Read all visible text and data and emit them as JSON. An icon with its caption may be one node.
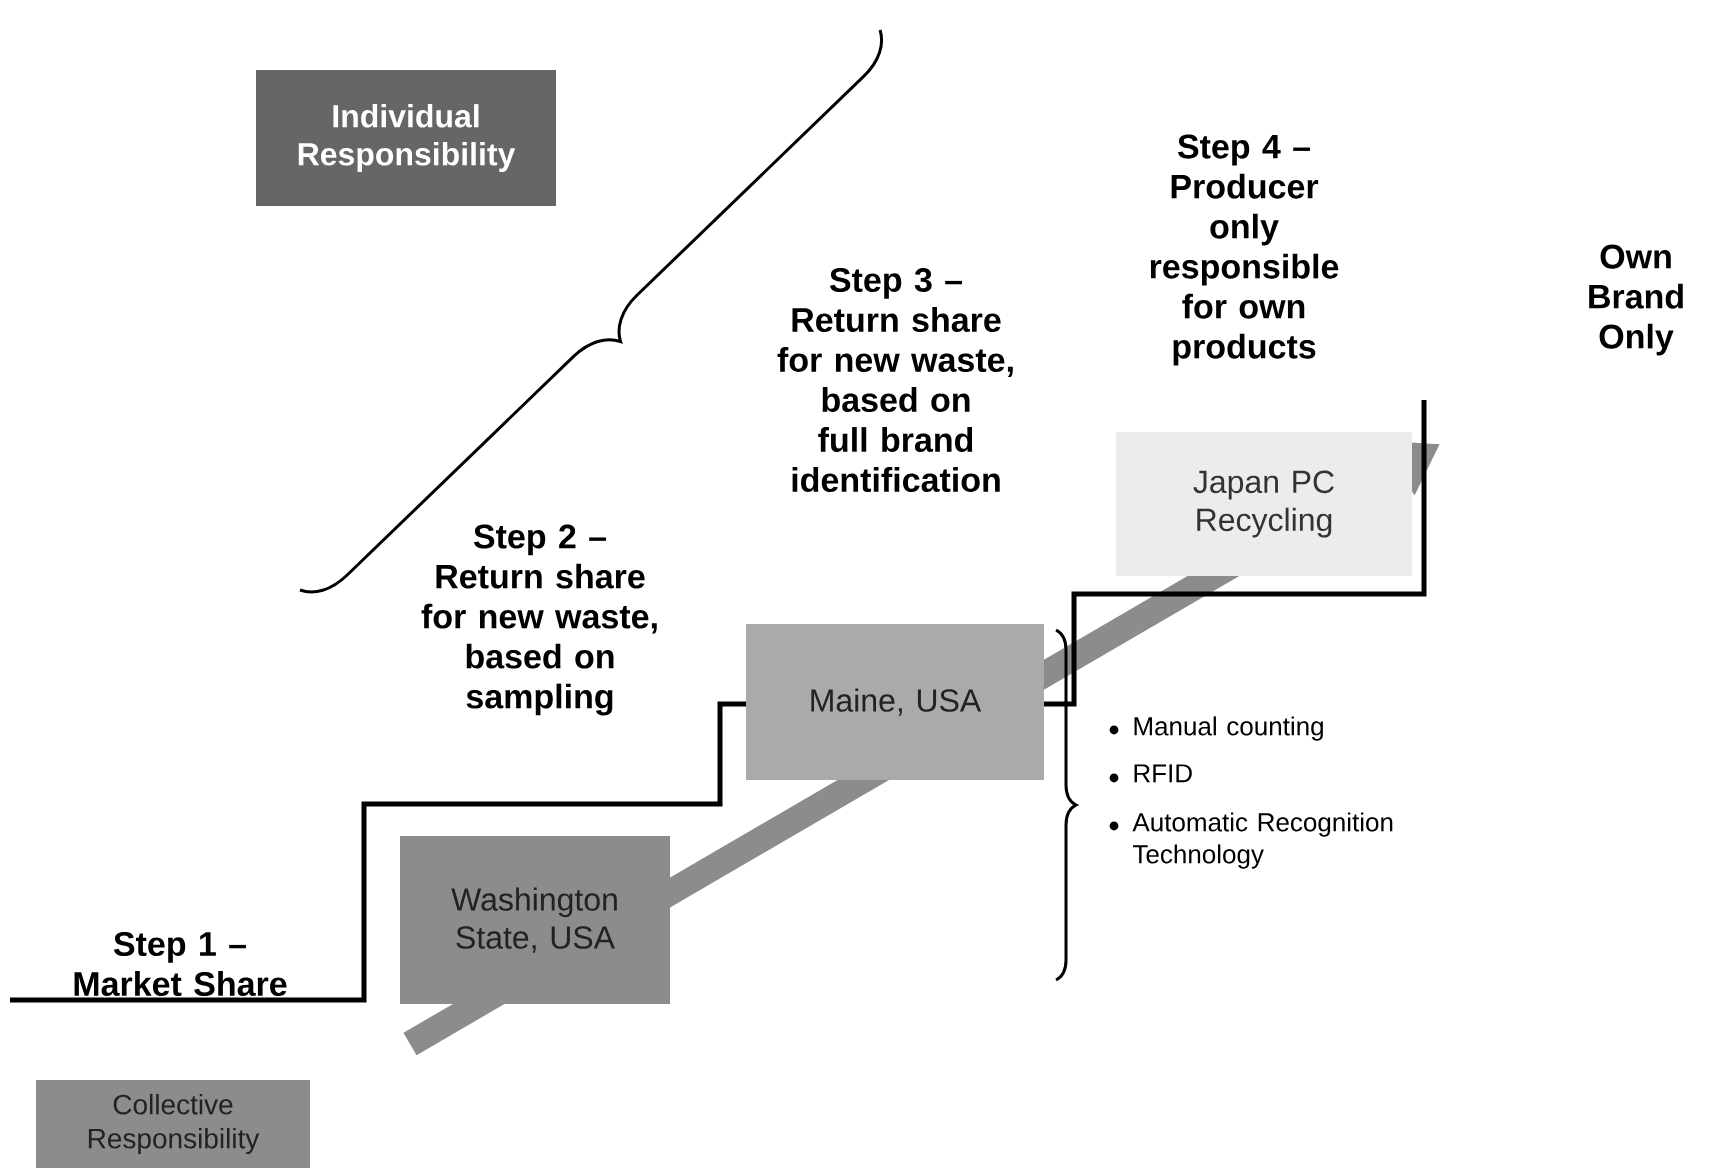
{
  "diagram": {
    "nodes": [
      {
        "text": [
          "Individual Responsibility"
        ]
      },
      {
        "text": [
          "Collective Responsibility"
        ]
      },
      {
        "text": [
          "Washington State, USA"
        ]
      },
      {
        "text": [
          "Maine, USA"
        ]
      },
      {
        "text": [
          "Japan PC Recycling"
        ]
      }
    ],
    "labels": [
      "Step 1 – Market Share",
      "Step 2 – Return share for new waste, based on sampling",
      "Step 3 – Return share for new waste, based on full brand identification",
      "Step 4 – Producer only responsible for own products",
      "Own Brand Only",
      "Manual counting",
      "RFID",
      "Automatic Recognition Technology"
    ]
  }
}
